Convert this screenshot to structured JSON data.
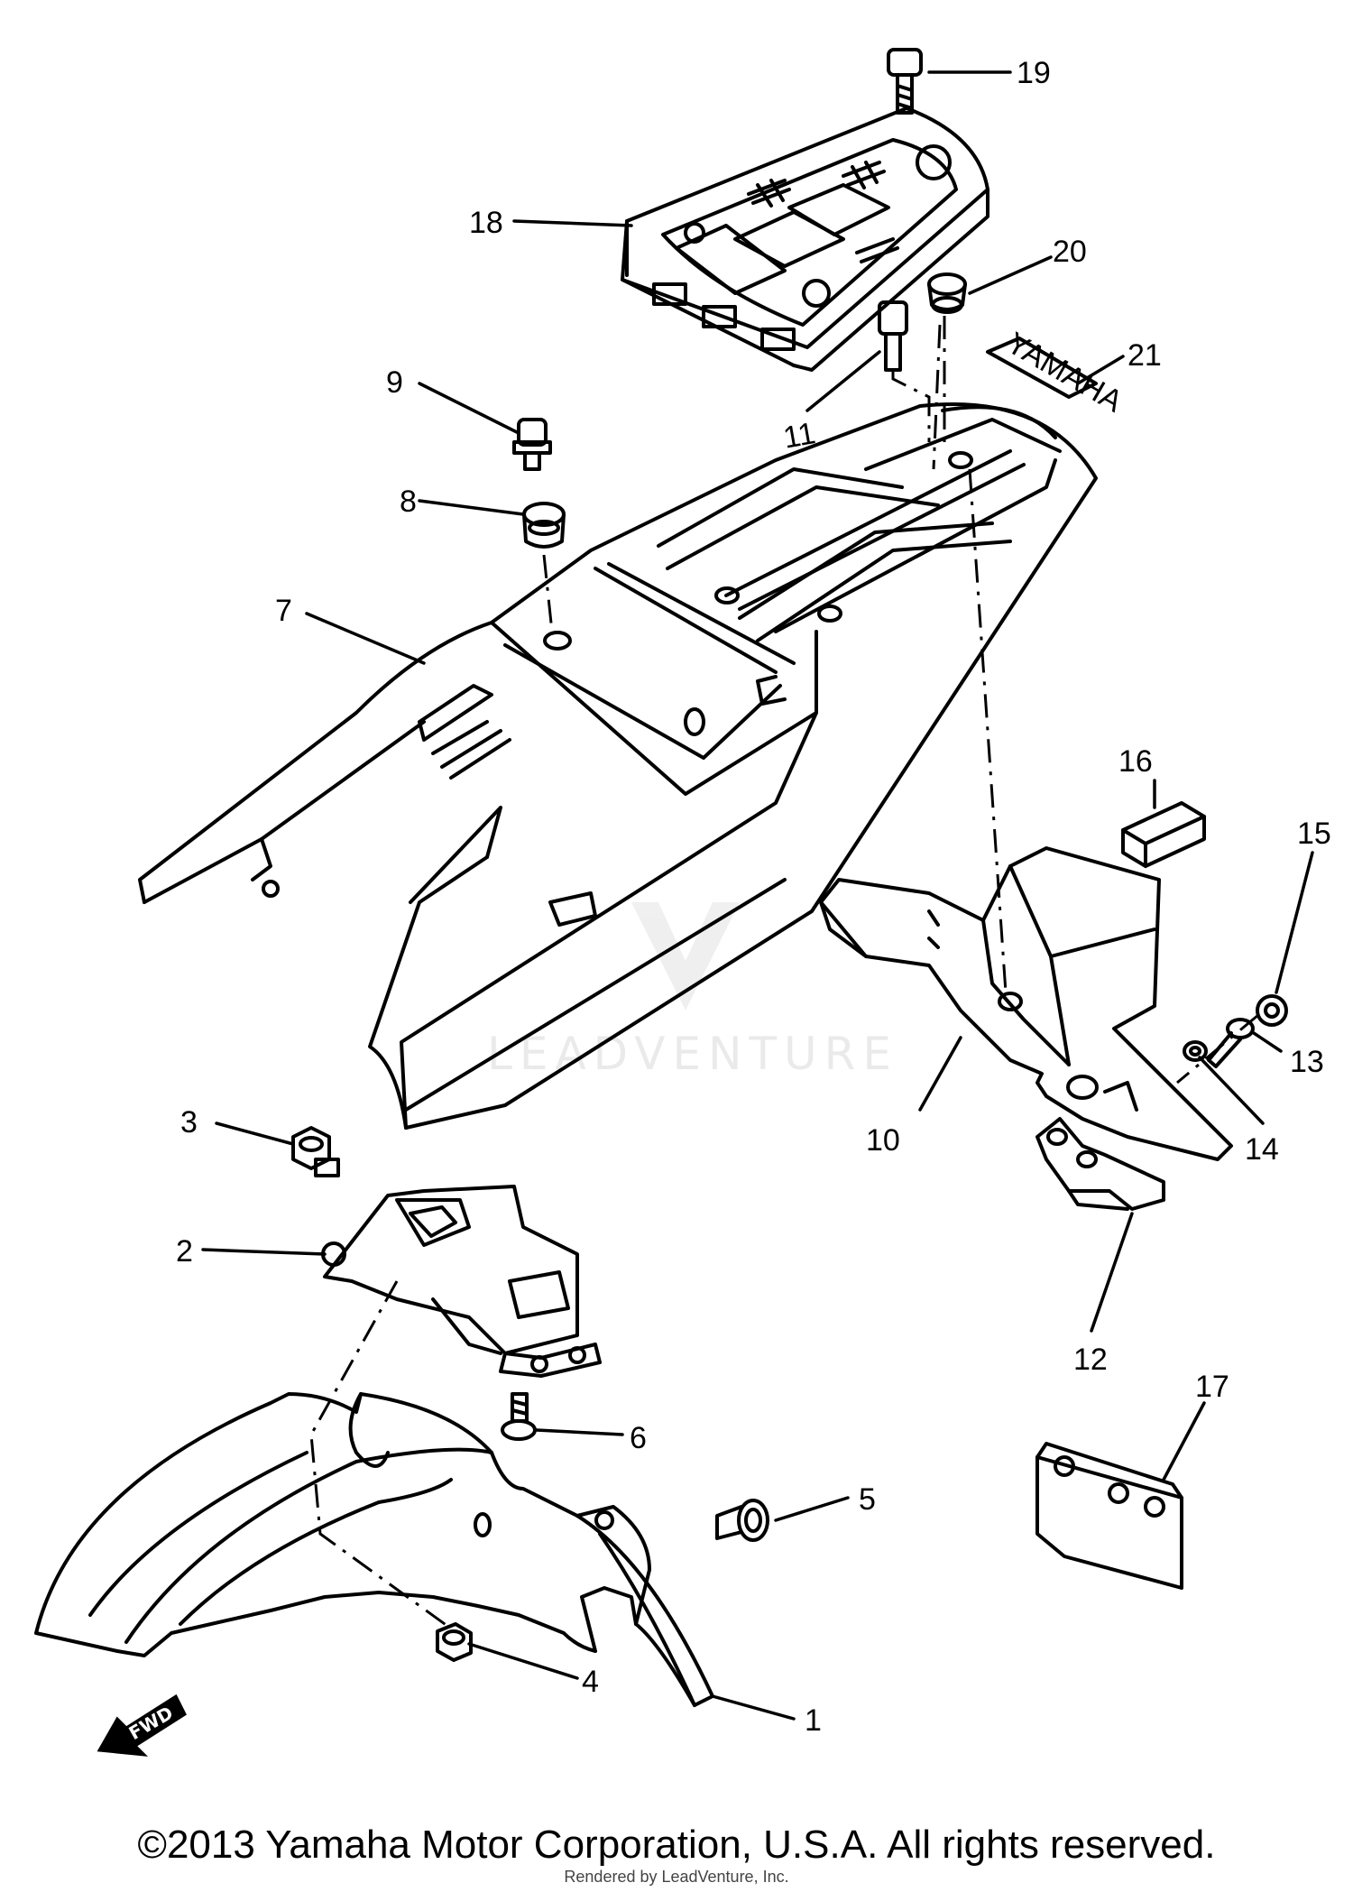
{
  "diagram": {
    "callouts": [
      {
        "id": "1",
        "label": "1"
      },
      {
        "id": "2",
        "label": "2"
      },
      {
        "id": "3",
        "label": "3"
      },
      {
        "id": "4",
        "label": "4"
      },
      {
        "id": "5",
        "label": "5"
      },
      {
        "id": "6",
        "label": "6"
      },
      {
        "id": "7",
        "label": "7"
      },
      {
        "id": "8",
        "label": "8"
      },
      {
        "id": "9",
        "label": "9"
      },
      {
        "id": "10",
        "label": "10"
      },
      {
        "id": "11",
        "label": "11"
      },
      {
        "id": "12",
        "label": "12"
      },
      {
        "id": "13",
        "label": "13"
      },
      {
        "id": "14",
        "label": "14"
      },
      {
        "id": "15",
        "label": "15"
      },
      {
        "id": "16",
        "label": "16"
      },
      {
        "id": "17",
        "label": "17"
      },
      {
        "id": "18",
        "label": "18"
      },
      {
        "id": "19",
        "label": "19"
      },
      {
        "id": "20",
        "label": "20"
      },
      {
        "id": "21",
        "label": "21"
      }
    ],
    "fwd_label": "FWD",
    "emblem_label": "YAMAHA",
    "watermark": "LEADVENTURE"
  },
  "footer": {
    "copyright": "©2013 Yamaha Motor Corporation, U.S.A. All rights reserved.",
    "rendered_by": "Rendered by LeadVenture, Inc."
  }
}
